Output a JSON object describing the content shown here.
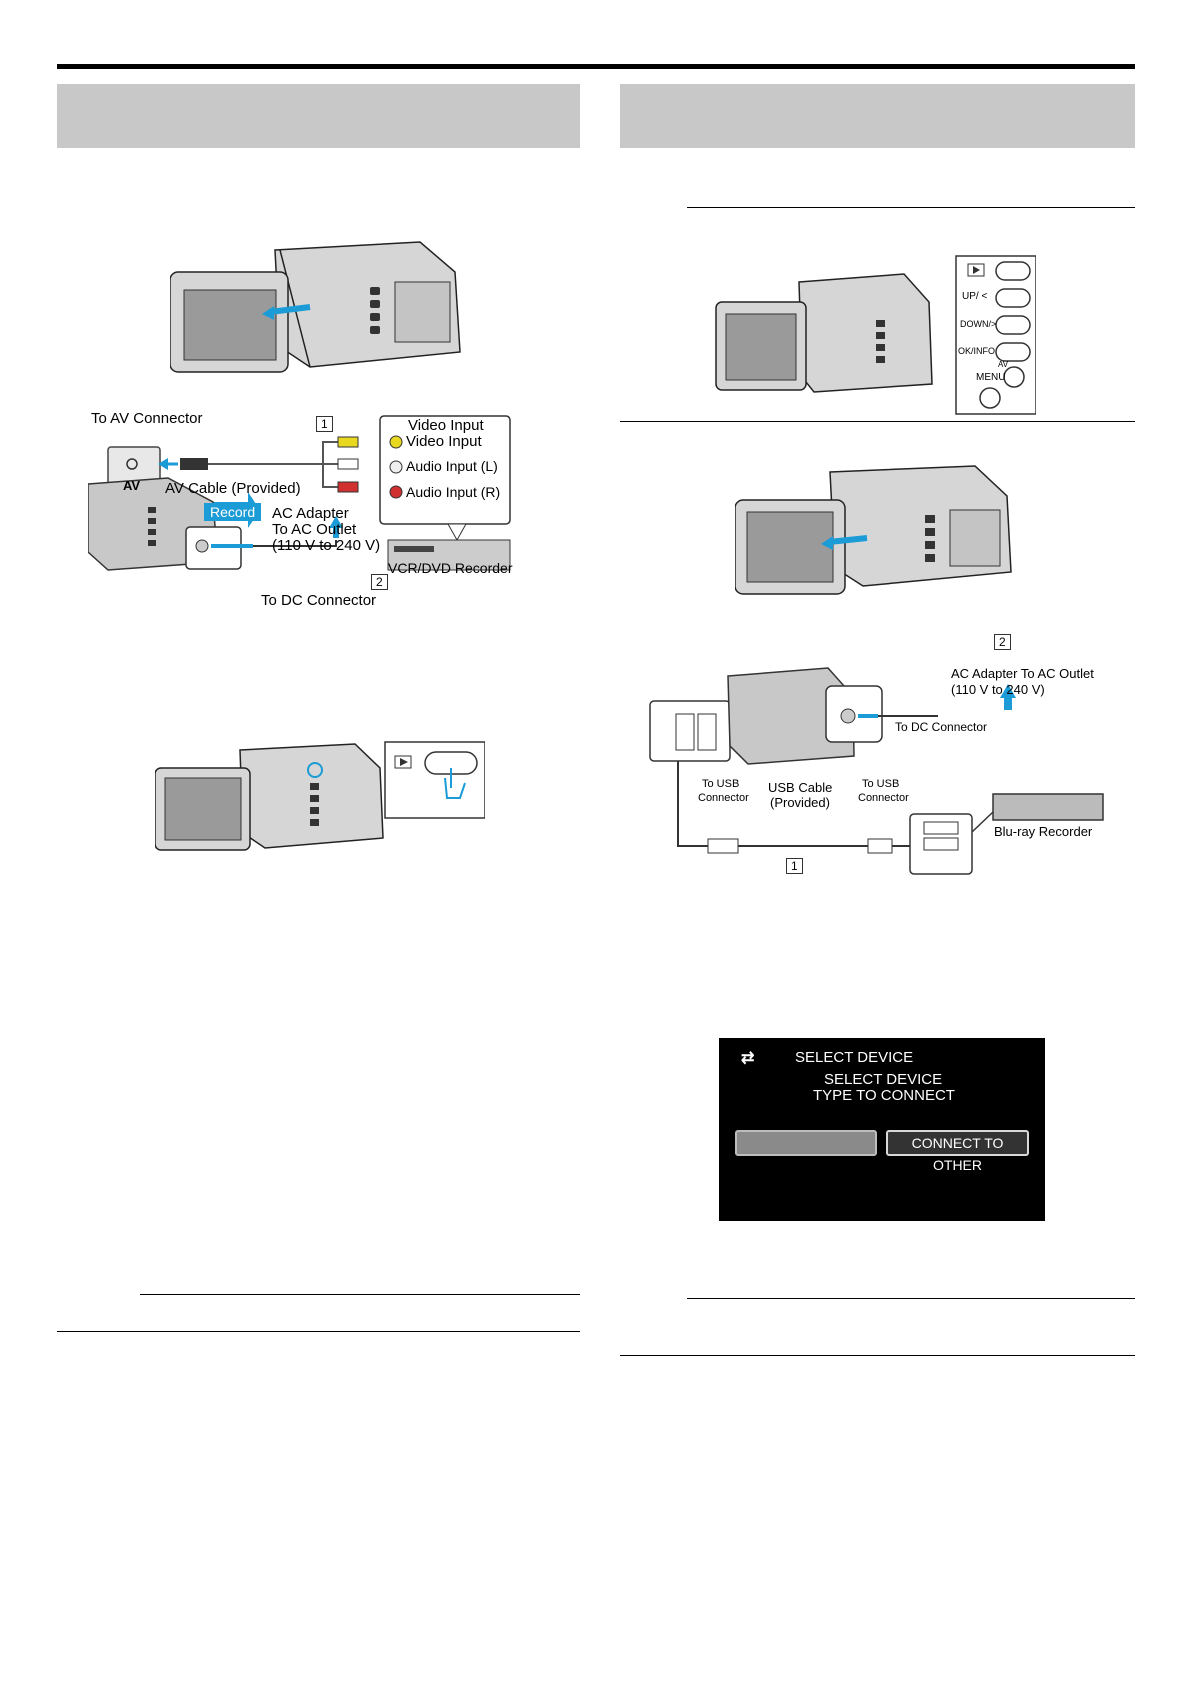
{
  "fig1": {},
  "fig2": {
    "to_av_connector": "To AV Connector",
    "av": "AV",
    "av_cable": "AV Cable (Provided)",
    "record": "Record",
    "ac_adapter": "AC Adapter",
    "to_ac_outlet": "To AC Outlet",
    "voltage": "(110 V to 240 V)",
    "to_dc_connector": "To DC Connector",
    "video_input_title": "Video Input",
    "video_input": "Video Input",
    "audio_l": "Audio Input (L)",
    "audio_r": "Audio Input (R)",
    "recorder": "VCR/DVD Recorder",
    "step1": "1",
    "step2": "2"
  },
  "fig4": {
    "up": "UP/ <",
    "down": "DOWN/>",
    "okinfo": "OK/INFO",
    "av": "AV",
    "menu": "MENU"
  },
  "fig6": {
    "step2": "2",
    "ac_adapter": "AC Adapter To AC Outlet",
    "voltage": "(110 V to 240 V)",
    "to_dc": "To DC Connector",
    "to_usb_left_1": "To USB",
    "to_usb_left_2": "Connector",
    "usb_cable_1": "USB Cable",
    "usb_cable_2": "(Provided)",
    "to_usb_right_1": "To USB",
    "to_usb_right_2": "Connector",
    "bluray": "Blu-ray Recorder",
    "step1": "1"
  },
  "screen": {
    "title": "SELECT DEVICE",
    "line1": "SELECT DEVICE",
    "line2": "TYPE TO CONNECT",
    "btn_other": "CONNECT TO OTHER"
  }
}
